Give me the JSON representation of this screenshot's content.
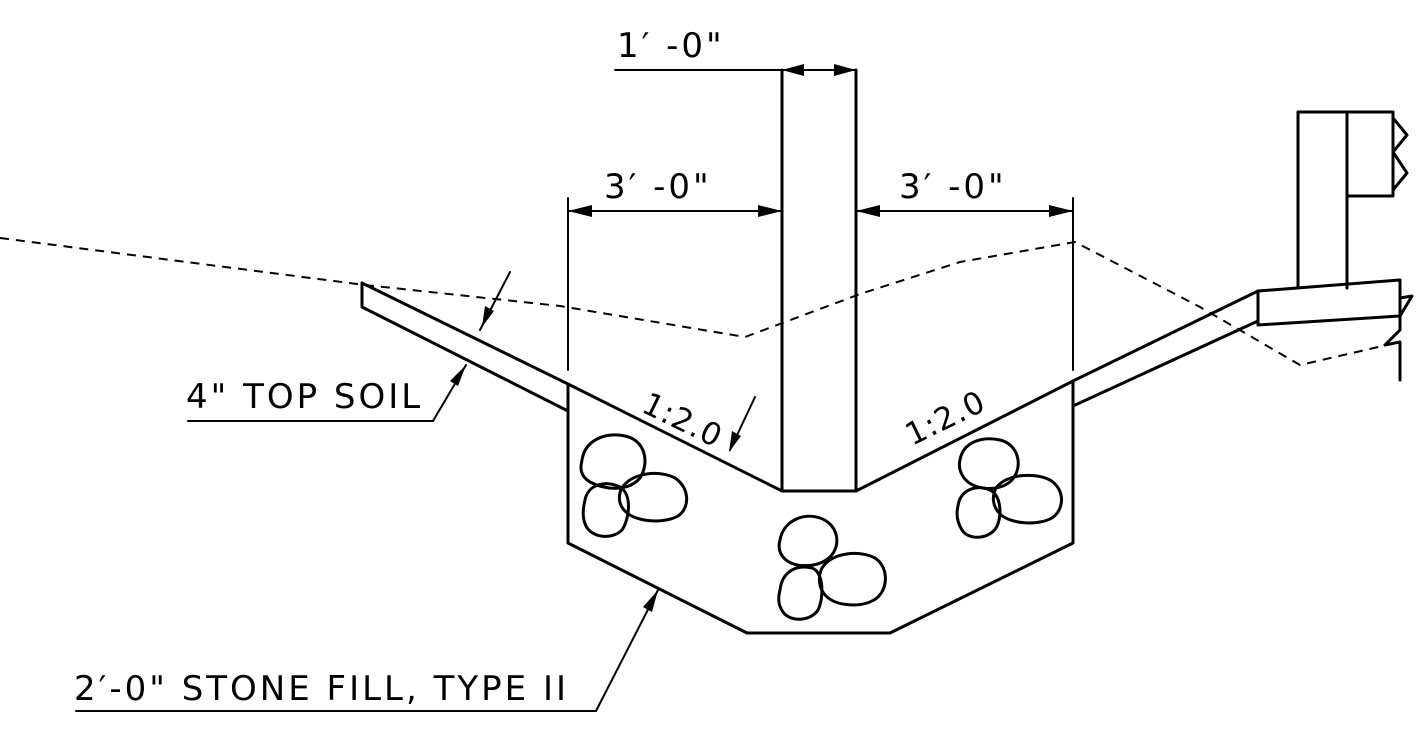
{
  "labels": {
    "dim_top": "1′ -0\"",
    "dim_left": "3′ -0\"",
    "dim_right": "3′ -0\"",
    "top_soil": "4\" TOP SOIL",
    "slope_left": "1:2.0",
    "slope_right": "1:2.0",
    "stone_fill": "2′-0\" STONE FILL, TYPE II"
  },
  "colors": {
    "ink": "#000000",
    "paper": "#ffffff"
  }
}
